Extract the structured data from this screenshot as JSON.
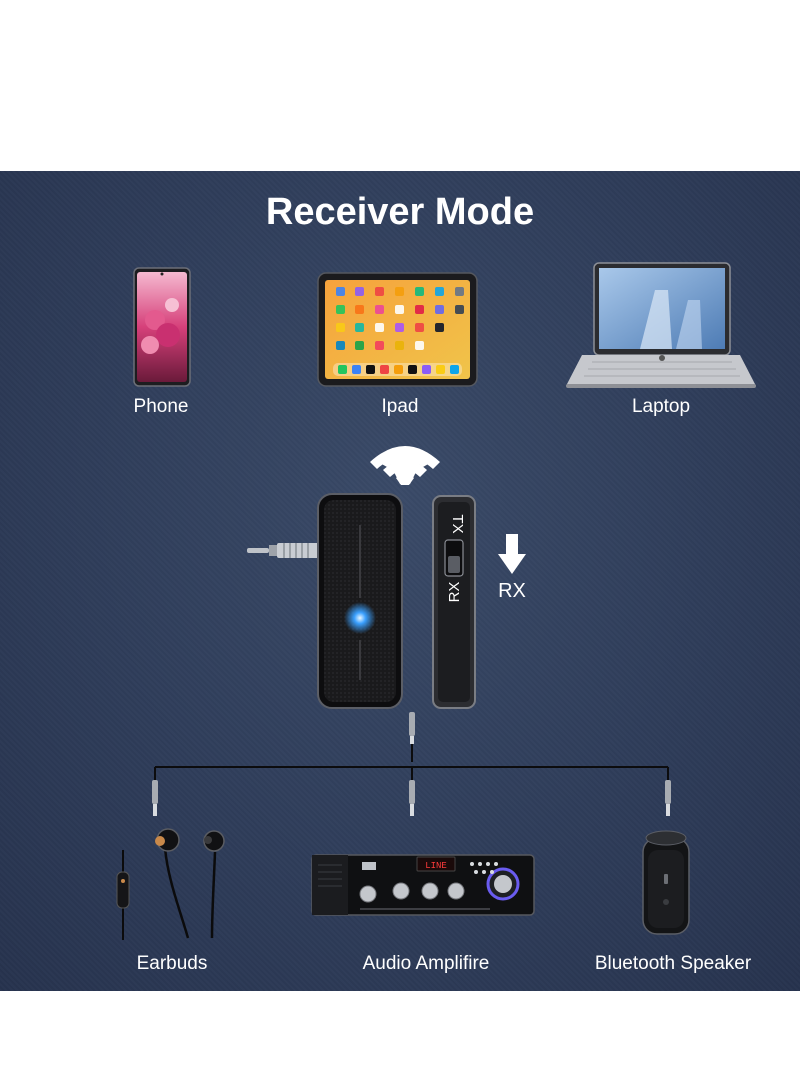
{
  "title": "Receiver Mode",
  "sources": [
    {
      "label": "Phone"
    },
    {
      "label": "Ipad"
    },
    {
      "label": "Laptop"
    }
  ],
  "switch": {
    "tx": "TX",
    "rx": "RX",
    "mode_label": "RX"
  },
  "outputs": [
    {
      "label": "Earbuds"
    },
    {
      "label": "Audio Amplifire"
    },
    {
      "label": "Bluetooth Speaker"
    }
  ],
  "amp_display": "LINE",
  "colors": {
    "background": "#2f3d5a",
    "accent": "#3aa0ff"
  }
}
